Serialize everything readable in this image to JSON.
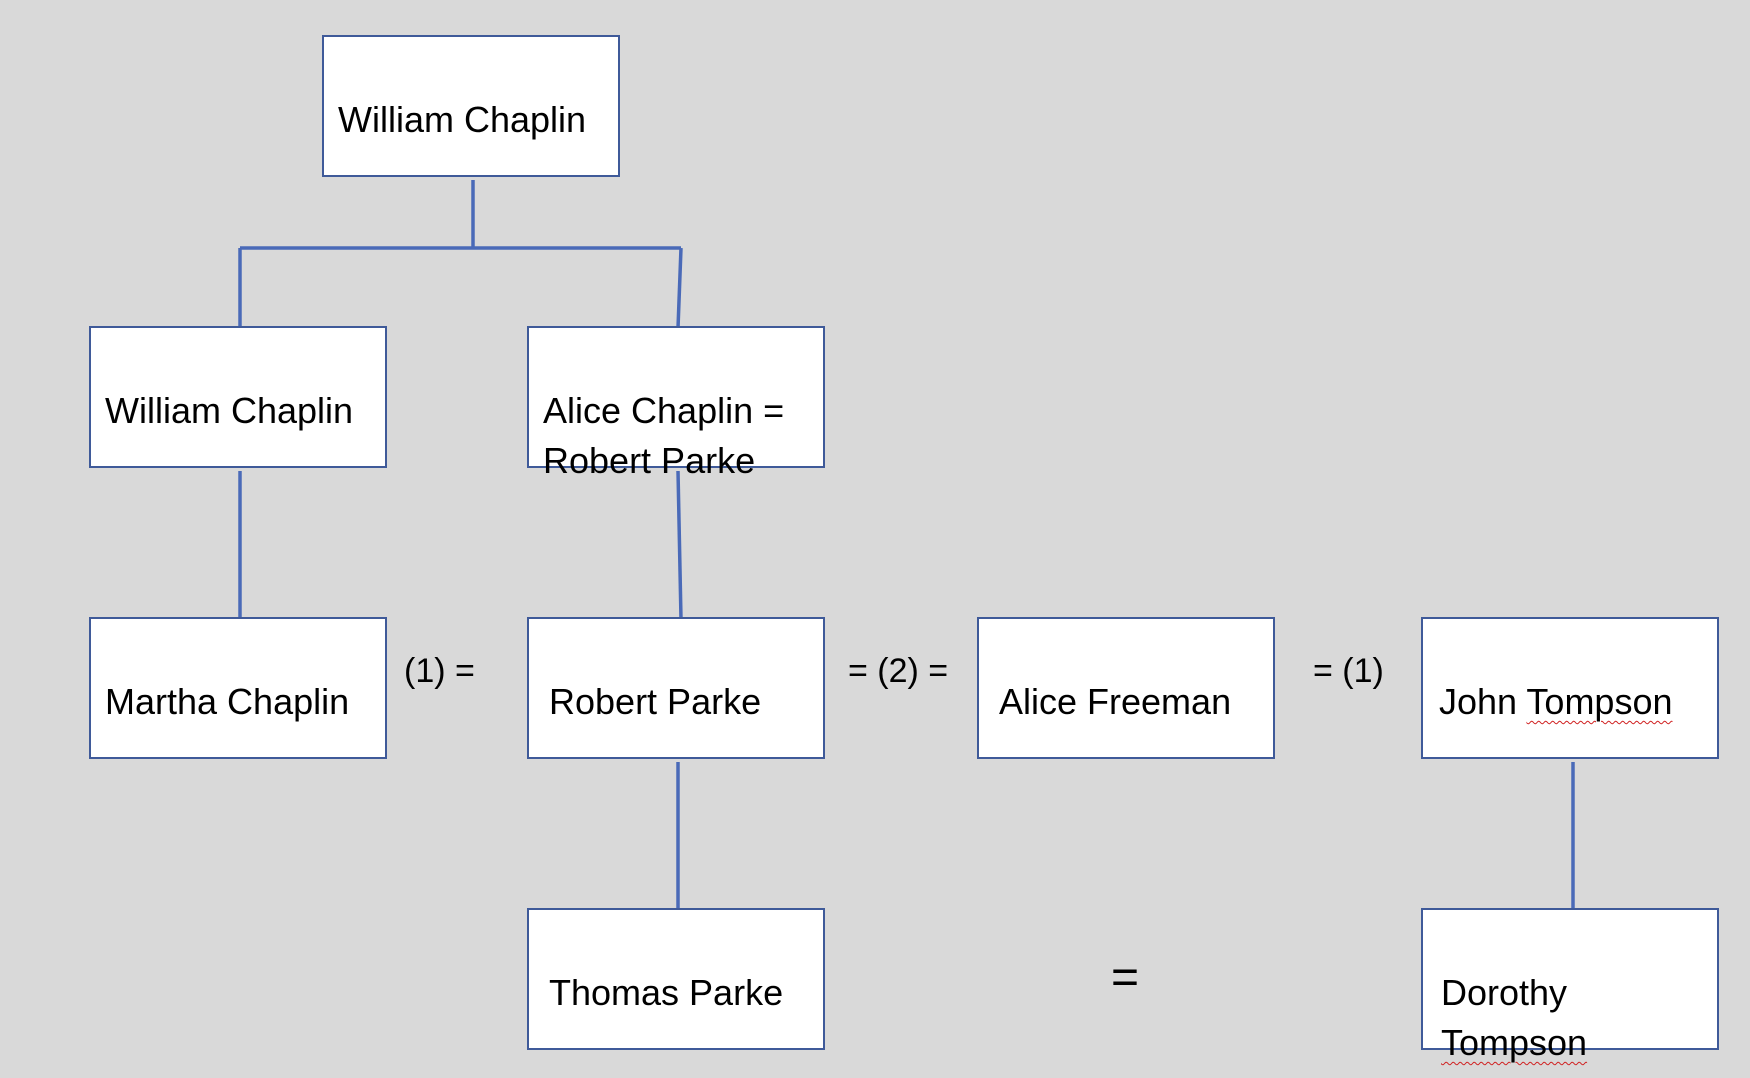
{
  "persons": {
    "william_chaplin_sr": "William Chaplin",
    "william_chaplin_jr": "William Chaplin",
    "alice_chaplin": "Alice Chaplin =\nRobert Parke",
    "martha_chaplin": "Martha Chaplin",
    "robert_parke": "Robert Parke",
    "alice_freeman": "Alice Freeman",
    "john_tompson_first": "John ",
    "john_tompson_last": "Tompson",
    "thomas_parke": "Thomas Parke",
    "dorothy_first": "Dorothy",
    "dorothy_last": "Tompson"
  },
  "relations": {
    "martha_robert": "(1) =",
    "robert_alice": "= (2) =",
    "alice_john": "= (1)",
    "thomas_dorothy": "="
  },
  "colors": {
    "background": "#d9d9d9",
    "box_fill": "#ffffff",
    "box_border": "#3f5a99",
    "connector": "#4a6ab8",
    "spellcheck_underline": "#d02020"
  }
}
